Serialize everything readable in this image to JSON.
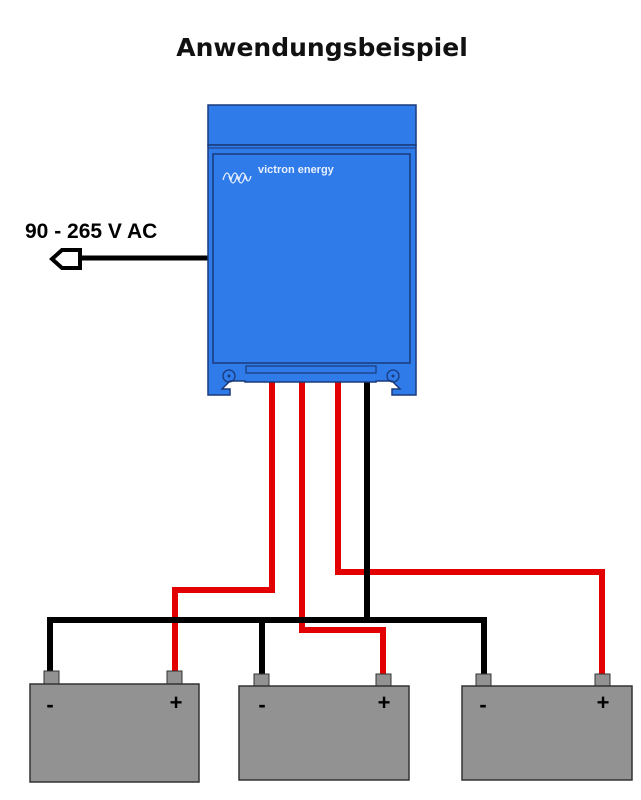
{
  "title": "Anwendungsbeispiel",
  "input_label": "90 - 265 V AC",
  "charger": {
    "brand": "victron energy",
    "color": "#2f7bea"
  },
  "batteries": [
    {
      "neg": "-",
      "pos": "+"
    },
    {
      "neg": "-",
      "pos": "+"
    },
    {
      "neg": "-",
      "pos": "+"
    }
  ],
  "colors": {
    "positive_wire": "#e30000",
    "negative_wire": "#000000",
    "battery": "#929292"
  }
}
